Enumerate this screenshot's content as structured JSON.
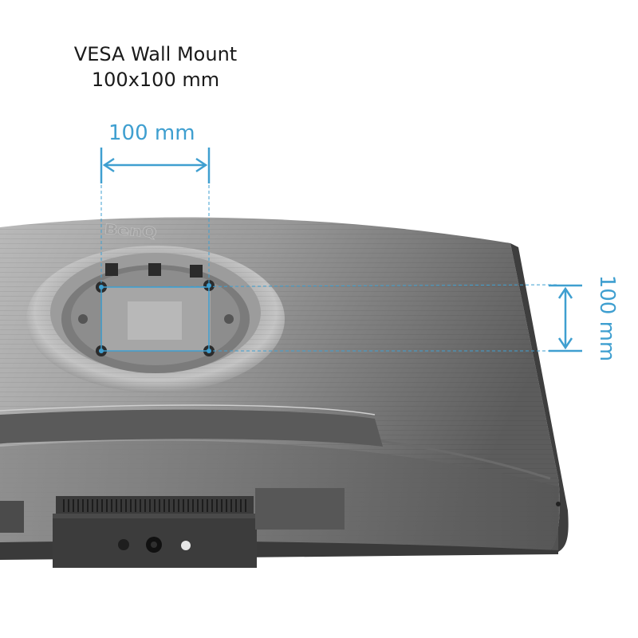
{
  "heading": {
    "line1": "VESA Wall Mount",
    "line2": "100x100 mm"
  },
  "dimensions": {
    "horizontal": "100 mm",
    "vertical": "100 mm"
  },
  "monitor": {
    "brand_logo": "BenQ"
  },
  "colors": {
    "accent": "#3f9fd0",
    "monitor_body": "#8e8e8e",
    "monitor_dark": "#4a4a4a"
  }
}
